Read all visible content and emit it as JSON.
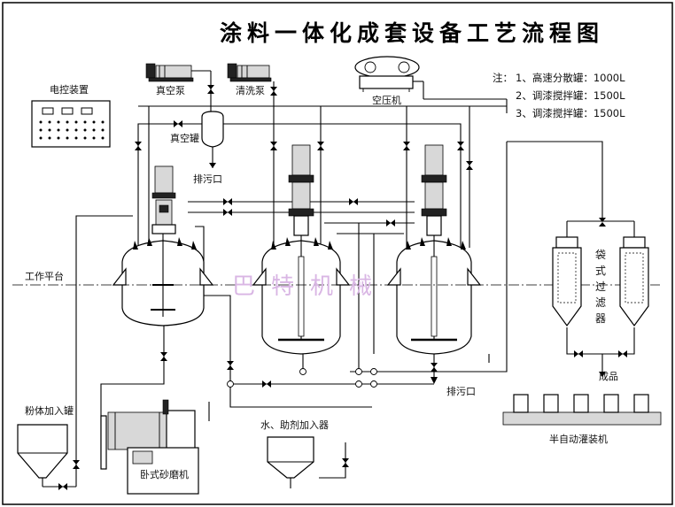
{
  "title": "涂料一体化成套设备工艺流程图",
  "notes": {
    "prefix": "注：",
    "line1": "1、高速分散罐：1000L",
    "line2": "2、调漆搅拌罐：1500L",
    "line3": "3、调漆搅拌罐：1500L"
  },
  "labels": {
    "control_box": "电控装置",
    "vacuum_pump": "真空泵",
    "cleaning_pump": "清洗泵",
    "air_compressor": "空压机",
    "vacuum_tank": "真空罐",
    "drain_top": "排污口",
    "work_platform": "工作平台",
    "watermark": "巴特机械",
    "bag_filter": "袋式过滤器",
    "product": "成品",
    "drain_bottom": "排污口",
    "powder_tank": "粉体加入罐",
    "water_additive": "水、助剂加入器",
    "bead_mill": "卧式砂磨机",
    "filling_machine": "半自动灌装机"
  }
}
